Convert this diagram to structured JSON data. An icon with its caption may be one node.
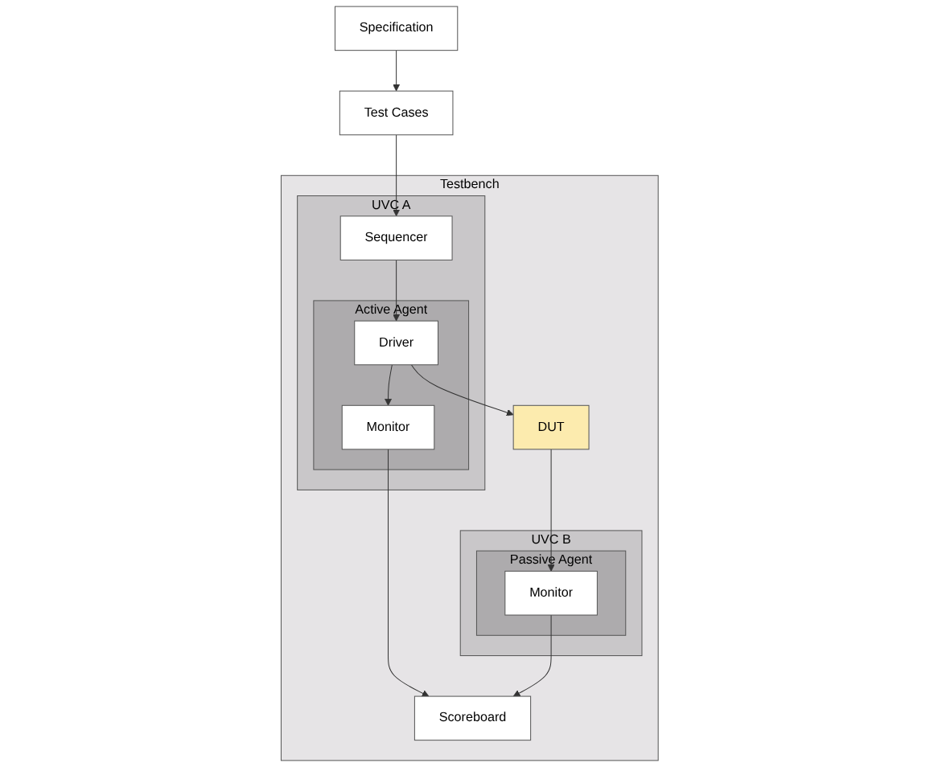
{
  "diagram": {
    "nodes": [
      {
        "text": [
          "Specification"
        ]
      },
      {
        "text": [
          "Test Cases"
        ]
      },
      {
        "text": [
          "Testbench"
        ]
      },
      {
        "text": [
          "UVC A"
        ],
        "in": 2
      },
      {
        "text": [
          "Sequencer"
        ],
        "in": 3
      },
      {
        "text": [
          "Active Agent"
        ],
        "in": 3
      },
      {
        "text": [
          "Driver"
        ],
        "in": 5
      },
      {
        "text": [
          "Monitor"
        ],
        "in": 5
      },
      {
        "text": [
          "DUT"
        ],
        "in": 2
      },
      {
        "text": [
          "UVC B"
        ],
        "in": 2
      },
      {
        "text": [
          "Passive Agent"
        ],
        "in": 9
      },
      {
        "text": [
          "Monitor"
        ],
        "in": 10
      },
      {
        "text": [
          "Scoreboard"
        ],
        "in": 2
      }
    ],
    "edges": [
      {
        "from": 0,
        "to": 1,
        "arrow": "to"
      },
      {
        "from": 1,
        "to": 4,
        "arrow": "to"
      },
      {
        "from": 4,
        "to": 6,
        "arrow": "to"
      },
      {
        "from": 6,
        "to": 8,
        "arrow": "to"
      },
      {
        "from": 6,
        "to": 7,
        "arrow": "to"
      },
      {
        "from": 8,
        "to": 11,
        "arrow": "to"
      },
      {
        "from": 7,
        "to": 12,
        "arrow": "to"
      },
      {
        "from": 11,
        "to": 12,
        "arrow": "to"
      }
    ]
  }
}
